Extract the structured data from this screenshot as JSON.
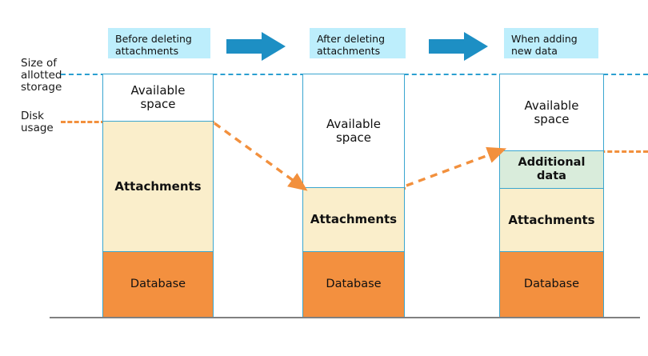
{
  "diagram": {
    "title_hidden": "",
    "axis_labels": {
      "allotted": "Size of\nallotted\nstorage",
      "disk_usage": "Disk\nusage"
    },
    "captions": [
      {
        "id": "before",
        "text": "Before deleting\nattachments"
      },
      {
        "id": "after",
        "text": "After deleting\nattachments"
      },
      {
        "id": "adding",
        "text": "When adding\nnew data"
      }
    ],
    "flow_arrows": [
      {
        "name": "arrow-step-1",
        "direction": "right"
      },
      {
        "name": "arrow-step-2",
        "direction": "right"
      }
    ],
    "columns": [
      {
        "id": "before-deleting",
        "segments": [
          {
            "key": "available",
            "label": "Available\nspace"
          },
          {
            "key": "attachments",
            "label": "Attachments"
          },
          {
            "key": "database",
            "label": "Database"
          }
        ]
      },
      {
        "id": "after-deleting",
        "segments": [
          {
            "key": "available",
            "label": "Available\nspace"
          },
          {
            "key": "attachments",
            "label": "Attachments"
          },
          {
            "key": "database",
            "label": "Database"
          }
        ]
      },
      {
        "id": "when-adding",
        "segments": [
          {
            "key": "available",
            "label": "Available\nspace"
          },
          {
            "key": "additional",
            "label": "Additional\ndata"
          },
          {
            "key": "attachments",
            "label": "Attachments"
          },
          {
            "key": "database",
            "label": "Database"
          }
        ]
      }
    ],
    "colors": {
      "caption_bg": "#bdeefc",
      "flow_arrow": "#1d8fc4",
      "segment_border": "#3aa6d0",
      "available_fill": "#ffffff",
      "attachments_fill": "#faeecb",
      "database_fill": "#f3903f",
      "additional_fill": "#d9ecdb",
      "allotted_line": "#2b9fd0",
      "disk_usage_line": "#f2903d",
      "baseline": "#808080"
    }
  },
  "chart_data": {
    "type": "bar",
    "title": "Disk usage before deleting attachments, after deleting attachments, and when adding new data",
    "categories": [
      "Before deleting attachments",
      "After deleting attachments",
      "When adding new data"
    ],
    "series": [
      {
        "name": "Database",
        "values": [
          78,
          78,
          78
        ]
      },
      {
        "name": "Attachments",
        "values": [
          163,
          80,
          80
        ]
      },
      {
        "name": "Additional data",
        "values": [
          0,
          0,
          46
        ]
      },
      {
        "name": "Available space",
        "values": [
          59,
          142,
          96
        ]
      }
    ],
    "stacked": true,
    "ylabel": "Disk usage",
    "ylim": [
      0,
      300
    ],
    "annotations": [
      "Size of allotted storage",
      "Disk usage"
    ],
    "grid": false,
    "legend": "none"
  }
}
